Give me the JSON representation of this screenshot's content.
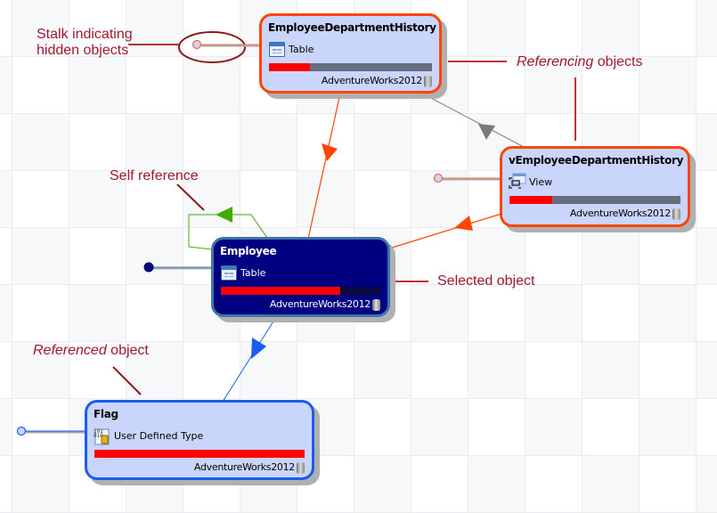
{
  "nodes": {
    "edh": {
      "title": "EmployeeDepartmentHistory",
      "type": "Table",
      "icon": "table-icon",
      "database": "AdventureWorks2012",
      "progress_fraction": 0.25,
      "border_color": "#ff4500"
    },
    "vedh": {
      "title": "vEmployeeDepartmentHistory",
      "type": "View",
      "icon": "view-icon",
      "database": "AdventureWorks2012",
      "progress_fraction": 0.25,
      "border_color": "#ff4500"
    },
    "employee": {
      "title": "Employee",
      "type": "Table",
      "icon": "table-icon",
      "database": "AdventureWorks2012",
      "progress_fraction": 0.75,
      "state": "selected",
      "background": "#000080"
    },
    "flag": {
      "title": "Flag",
      "type": "User Defined Type",
      "icon": "user-defined-type-icon",
      "database": "AdventureWorks2012",
      "progress_fraction": 1.0,
      "border_color": "#1a5cf0"
    }
  },
  "annotations": {
    "stalk": "Stalk indicating\nhidden objects",
    "referencing_italic": "Referencing",
    "referencing_rest": " objects",
    "self_reference": "Self reference",
    "selected": "Selected object",
    "referenced_italic": "Referenced",
    "referenced_rest": " object"
  },
  "colors": {
    "referencing_edge": "#ff4500",
    "view_edge": "#808080",
    "self_ref_edge": "#44aa00",
    "referenced_edge": "#1a5cf0",
    "annotation": "#a0182c"
  }
}
